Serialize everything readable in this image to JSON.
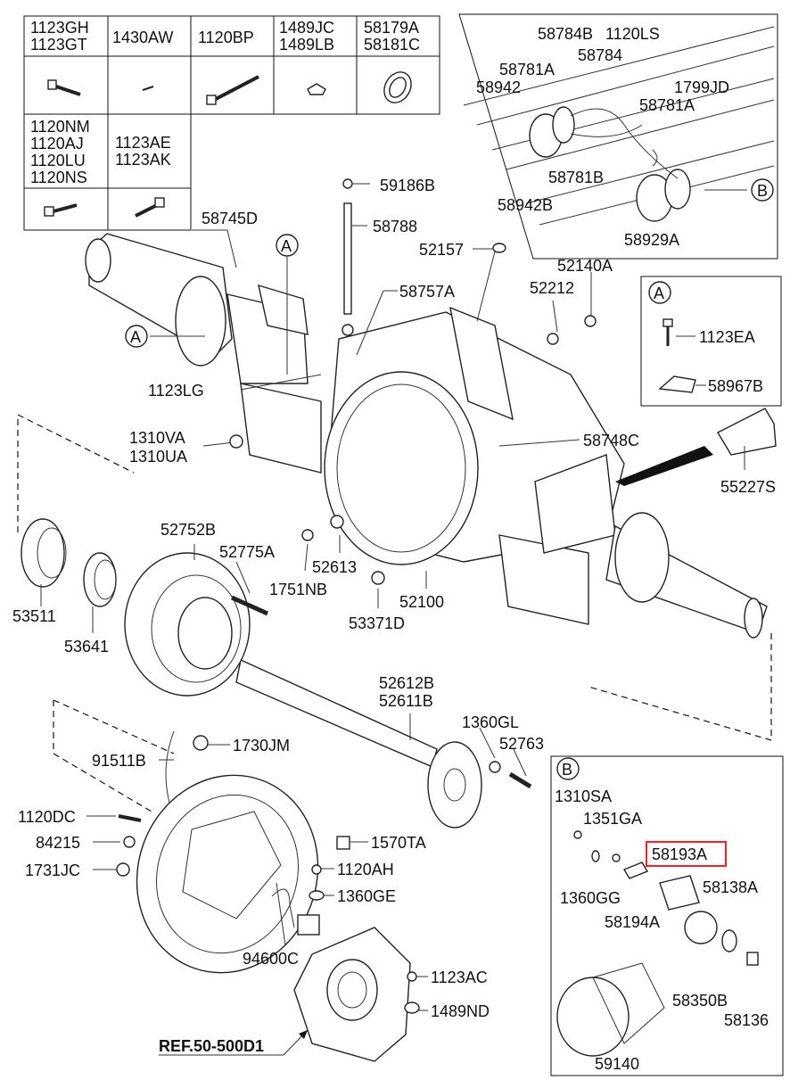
{
  "legend_table": {
    "row1": [
      [
        "1123GH",
        "1123GT"
      ],
      [
        "1430AW"
      ],
      [
        "1120BP"
      ],
      [
        "1489JC",
        "1489LB"
      ],
      [
        "58179A",
        "58181C"
      ]
    ],
    "row2": [
      [
        "1120NM",
        "1120AJ",
        "1120LU",
        "1120NS"
      ],
      [
        "1123AE",
        "1123AK"
      ]
    ]
  },
  "detail_box_a": {
    "title": "A",
    "items": [
      "1123EA",
      "58967B"
    ]
  },
  "detail_box_b": {
    "title": "B",
    "items": [
      "1310SA",
      "1351GA",
      "58193A",
      "58138A",
      "1360GG",
      "58194A",
      "58350B",
      "58136",
      "59140"
    ],
    "highlighted": "58193A",
    "highlight_color": "#e8232a"
  },
  "top_inset": {
    "labels": [
      "58784B",
      "1120LS",
      "58784",
      "58781A",
      "58942",
      "1799JD",
      "58781A",
      "58781B",
      "58942B",
      "58929A"
    ],
    "callout": "B"
  },
  "main_labels": {
    "l58745D": "58745D",
    "l59186B": "59186B",
    "l58788": "58788",
    "l52157": "52157",
    "l52140A": "52140A",
    "l52212": "52212",
    "l58757A": "58757A",
    "lA": "A",
    "l1123LG": "1123LG",
    "l1310VA": "1310VA",
    "l1310UA": "1310UA",
    "l58748C": "58748C",
    "l55227S": "55227S",
    "l52752B": "52752B",
    "l52775A": "52775A",
    "l52613": "52613",
    "l1751NB": "1751NB",
    "l53511": "53511",
    "l53641": "53641",
    "l53371D": "53371D",
    "l52100": "52100",
    "l52612B": "52612B",
    "l52611B": "52611B",
    "l1360GL": "1360GL",
    "l52763": "52763",
    "l91511B": "91511B",
    "l1730JM": "1730JM",
    "l1120DC": "1120DC",
    "l84215": "84215",
    "l1731JC": "1731JC",
    "l1570TA": "1570TA",
    "l1120AH": "1120AH",
    "l1360GE": "1360GE",
    "l94600C": "94600C",
    "l1123AC": "1123AC",
    "l1489ND": "1489ND",
    "ref": "REF.50-500D1"
  }
}
